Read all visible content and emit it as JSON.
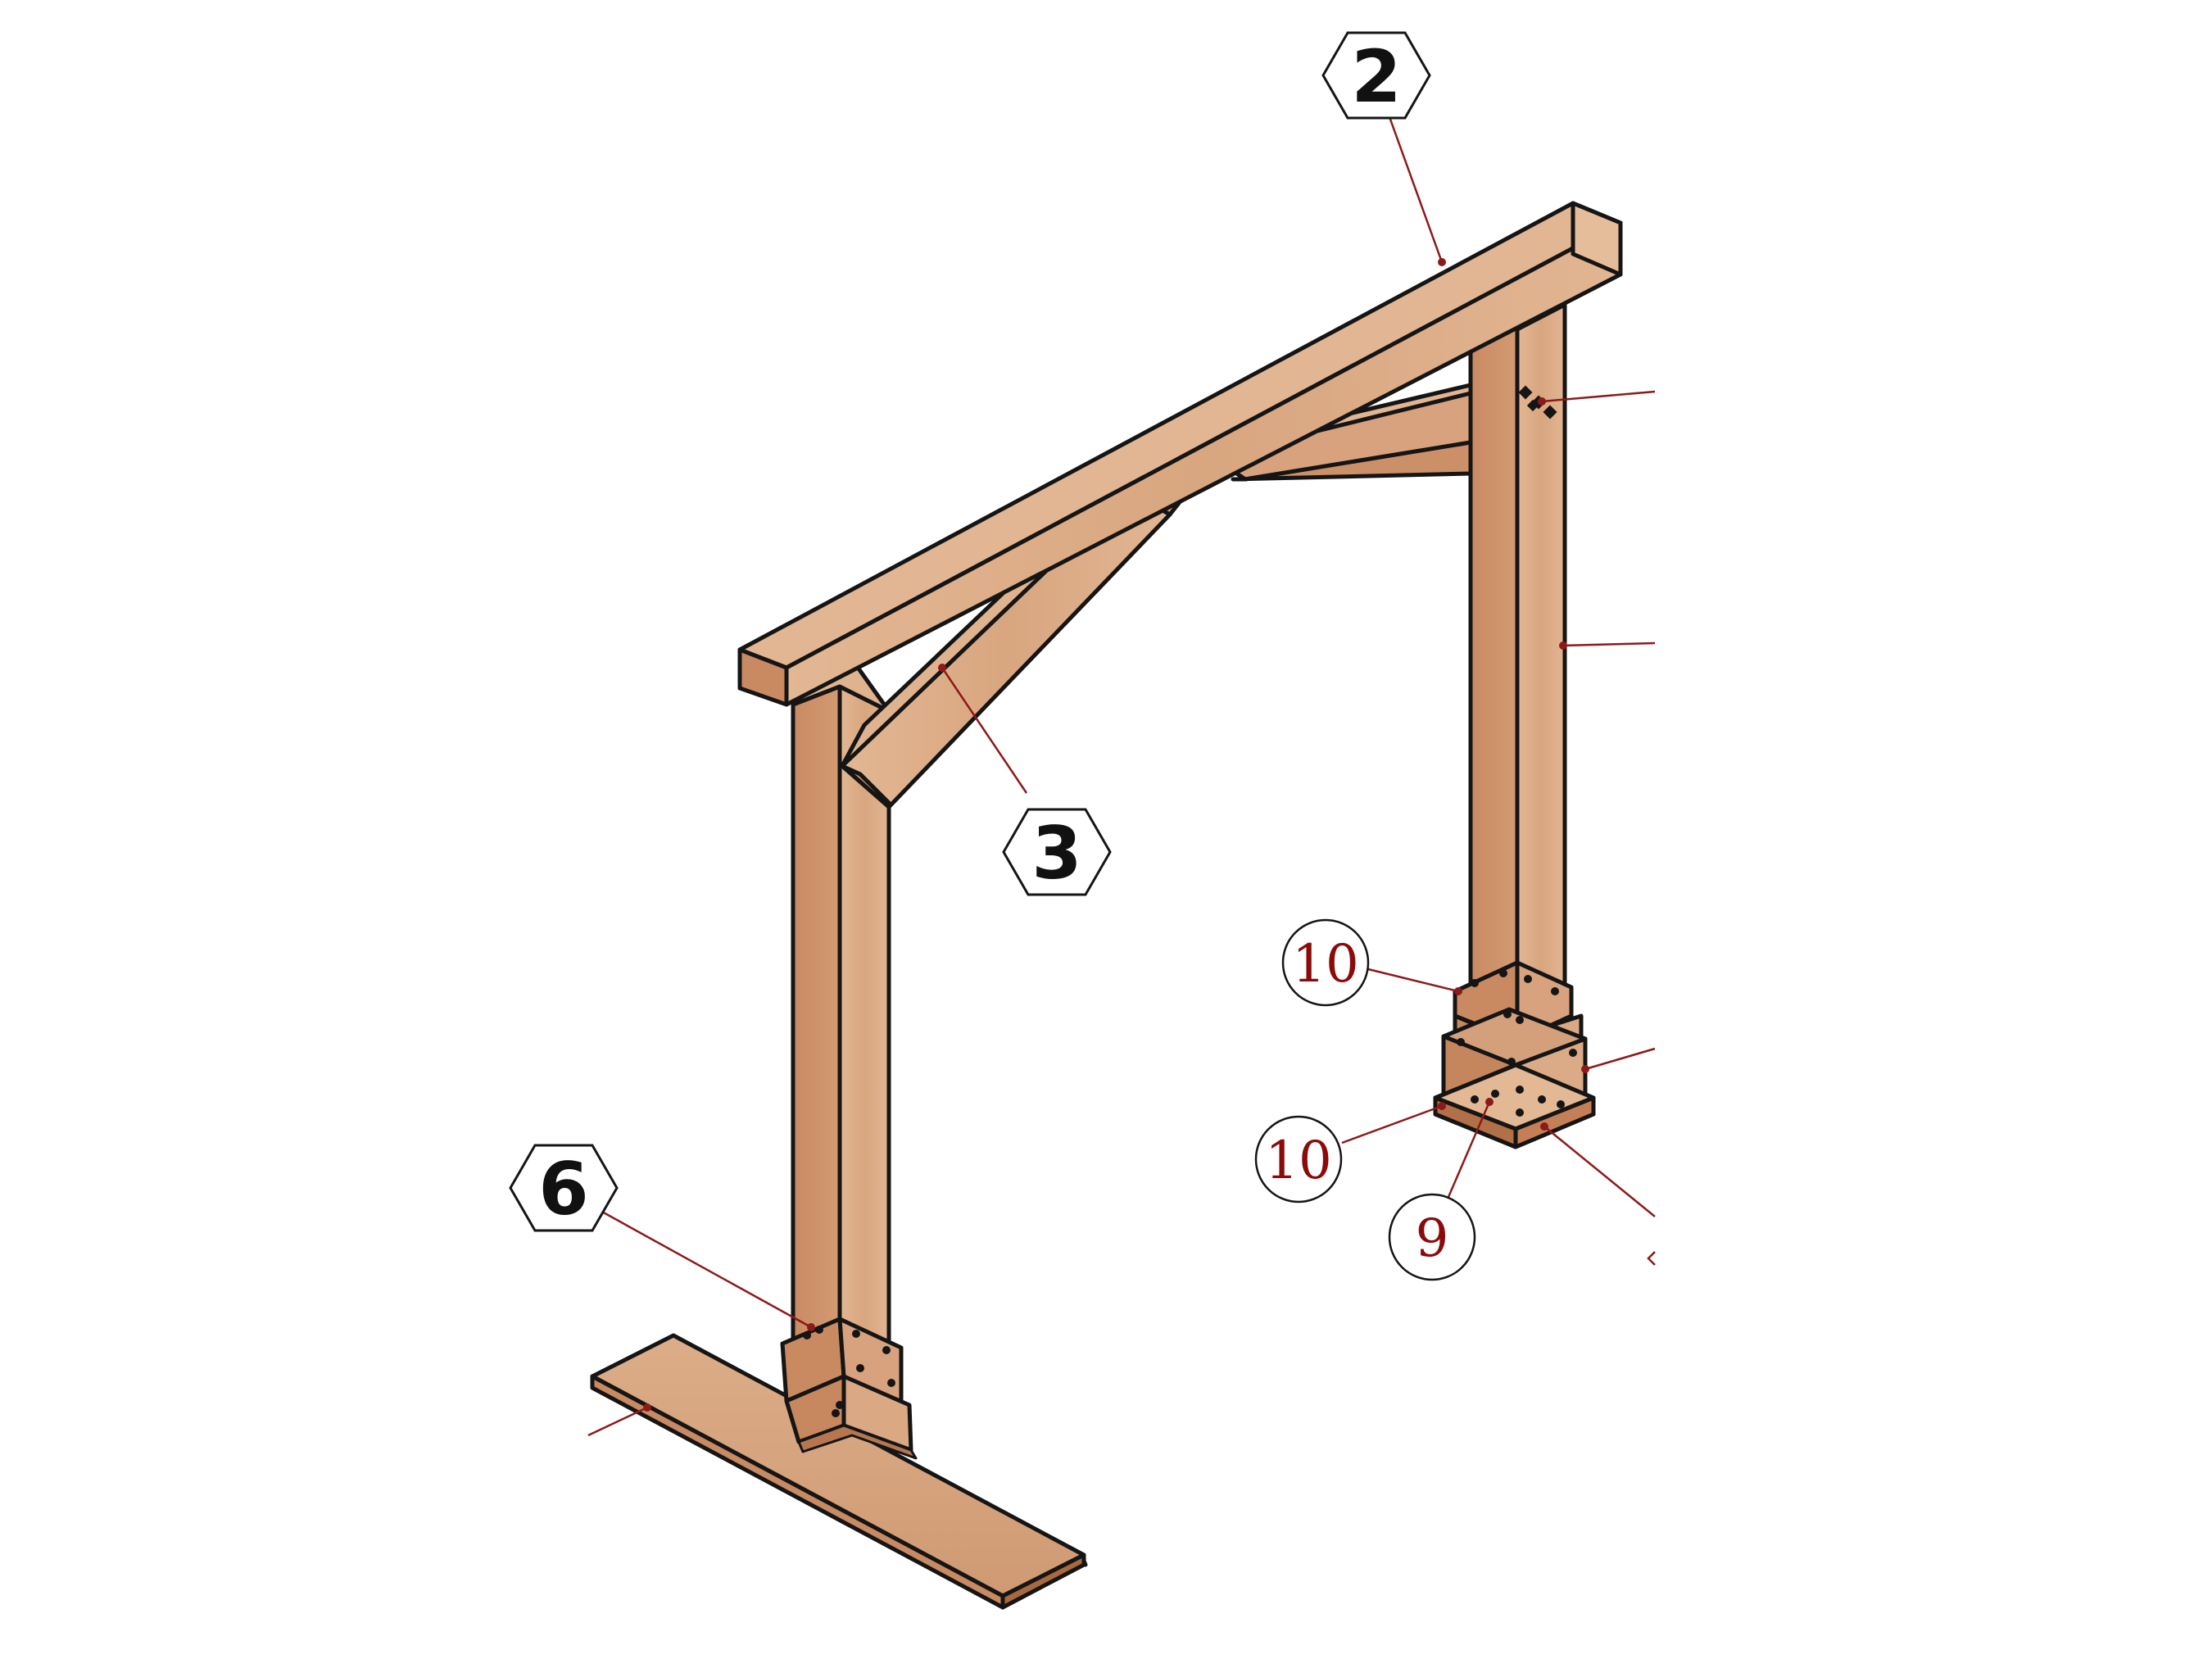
{
  "diagram": {
    "colors": {
      "wood_light": "#deb08b",
      "wood_mid": "#cc9068",
      "wood_dark": "#b77650",
      "outline": "#151515",
      "leader": "#8b1a1a",
      "callout_text": "#8b0a0a"
    },
    "part_callouts": [
      {
        "id": "beam",
        "label": "2"
      },
      {
        "id": "brace",
        "label": "3"
      },
      {
        "id": "post-base",
        "label": "6"
      }
    ],
    "hardware_callouts": [
      {
        "id": "bracket-upper",
        "label": "10"
      },
      {
        "id": "bracket-lower",
        "label": "10"
      },
      {
        "id": "base-plate",
        "label": "9"
      }
    ]
  }
}
